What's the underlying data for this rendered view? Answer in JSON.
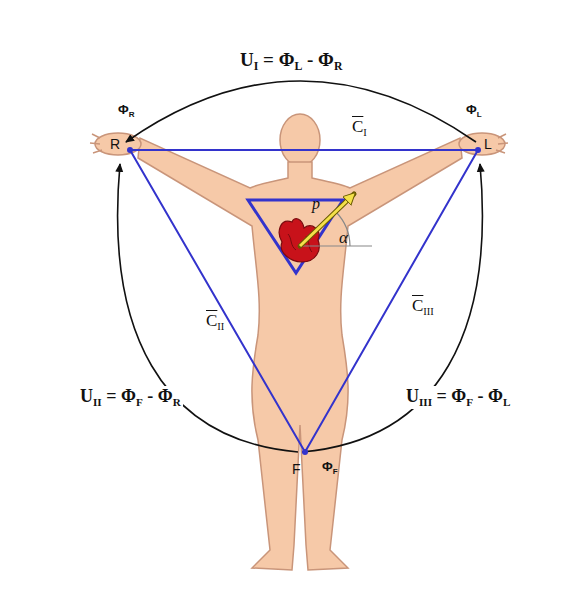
{
  "diagram": {
    "labels": [
      "U",
      "I",
      " = Φ",
      "L",
      " - Φ",
      "R",
      "Φ",
      "R",
      "R",
      "Φ",
      "L",
      "L",
      "C",
      "I",
      "p",
      "α",
      "C",
      "II",
      "C",
      "III",
      "U",
      "II",
      " = Φ",
      "F",
      " - Φ",
      "R",
      "U",
      "III",
      " = Φ",
      "F",
      " - Φ",
      "L",
      "F",
      "Φ",
      "F"
    ]
  }
}
